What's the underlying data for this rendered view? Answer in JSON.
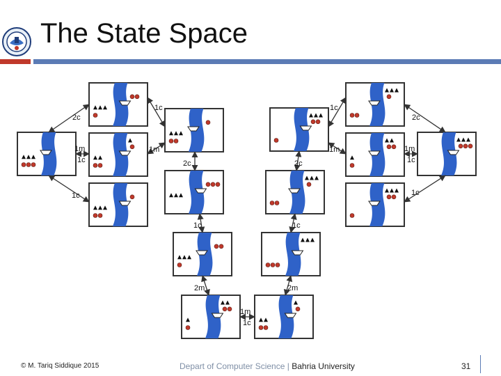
{
  "slide": {
    "title": "The State Space",
    "footer_author": "© M. Tariq Siddique 2015",
    "footer_dept": "Depart of Computer Science",
    "footer_sep": "|",
    "footer_uni": "Bahria University",
    "page_number": "31"
  },
  "labels": {
    "two_c": "2c",
    "one_c": "1c",
    "one_m": "1m",
    "two_m": "2m"
  },
  "colors": {
    "river": "#2f62c8",
    "frame": "#333333",
    "missionary": "#111111",
    "cannibal": "#c0392b",
    "accent_red": "#c0392b",
    "accent_blue": "#5b7bb5"
  }
}
